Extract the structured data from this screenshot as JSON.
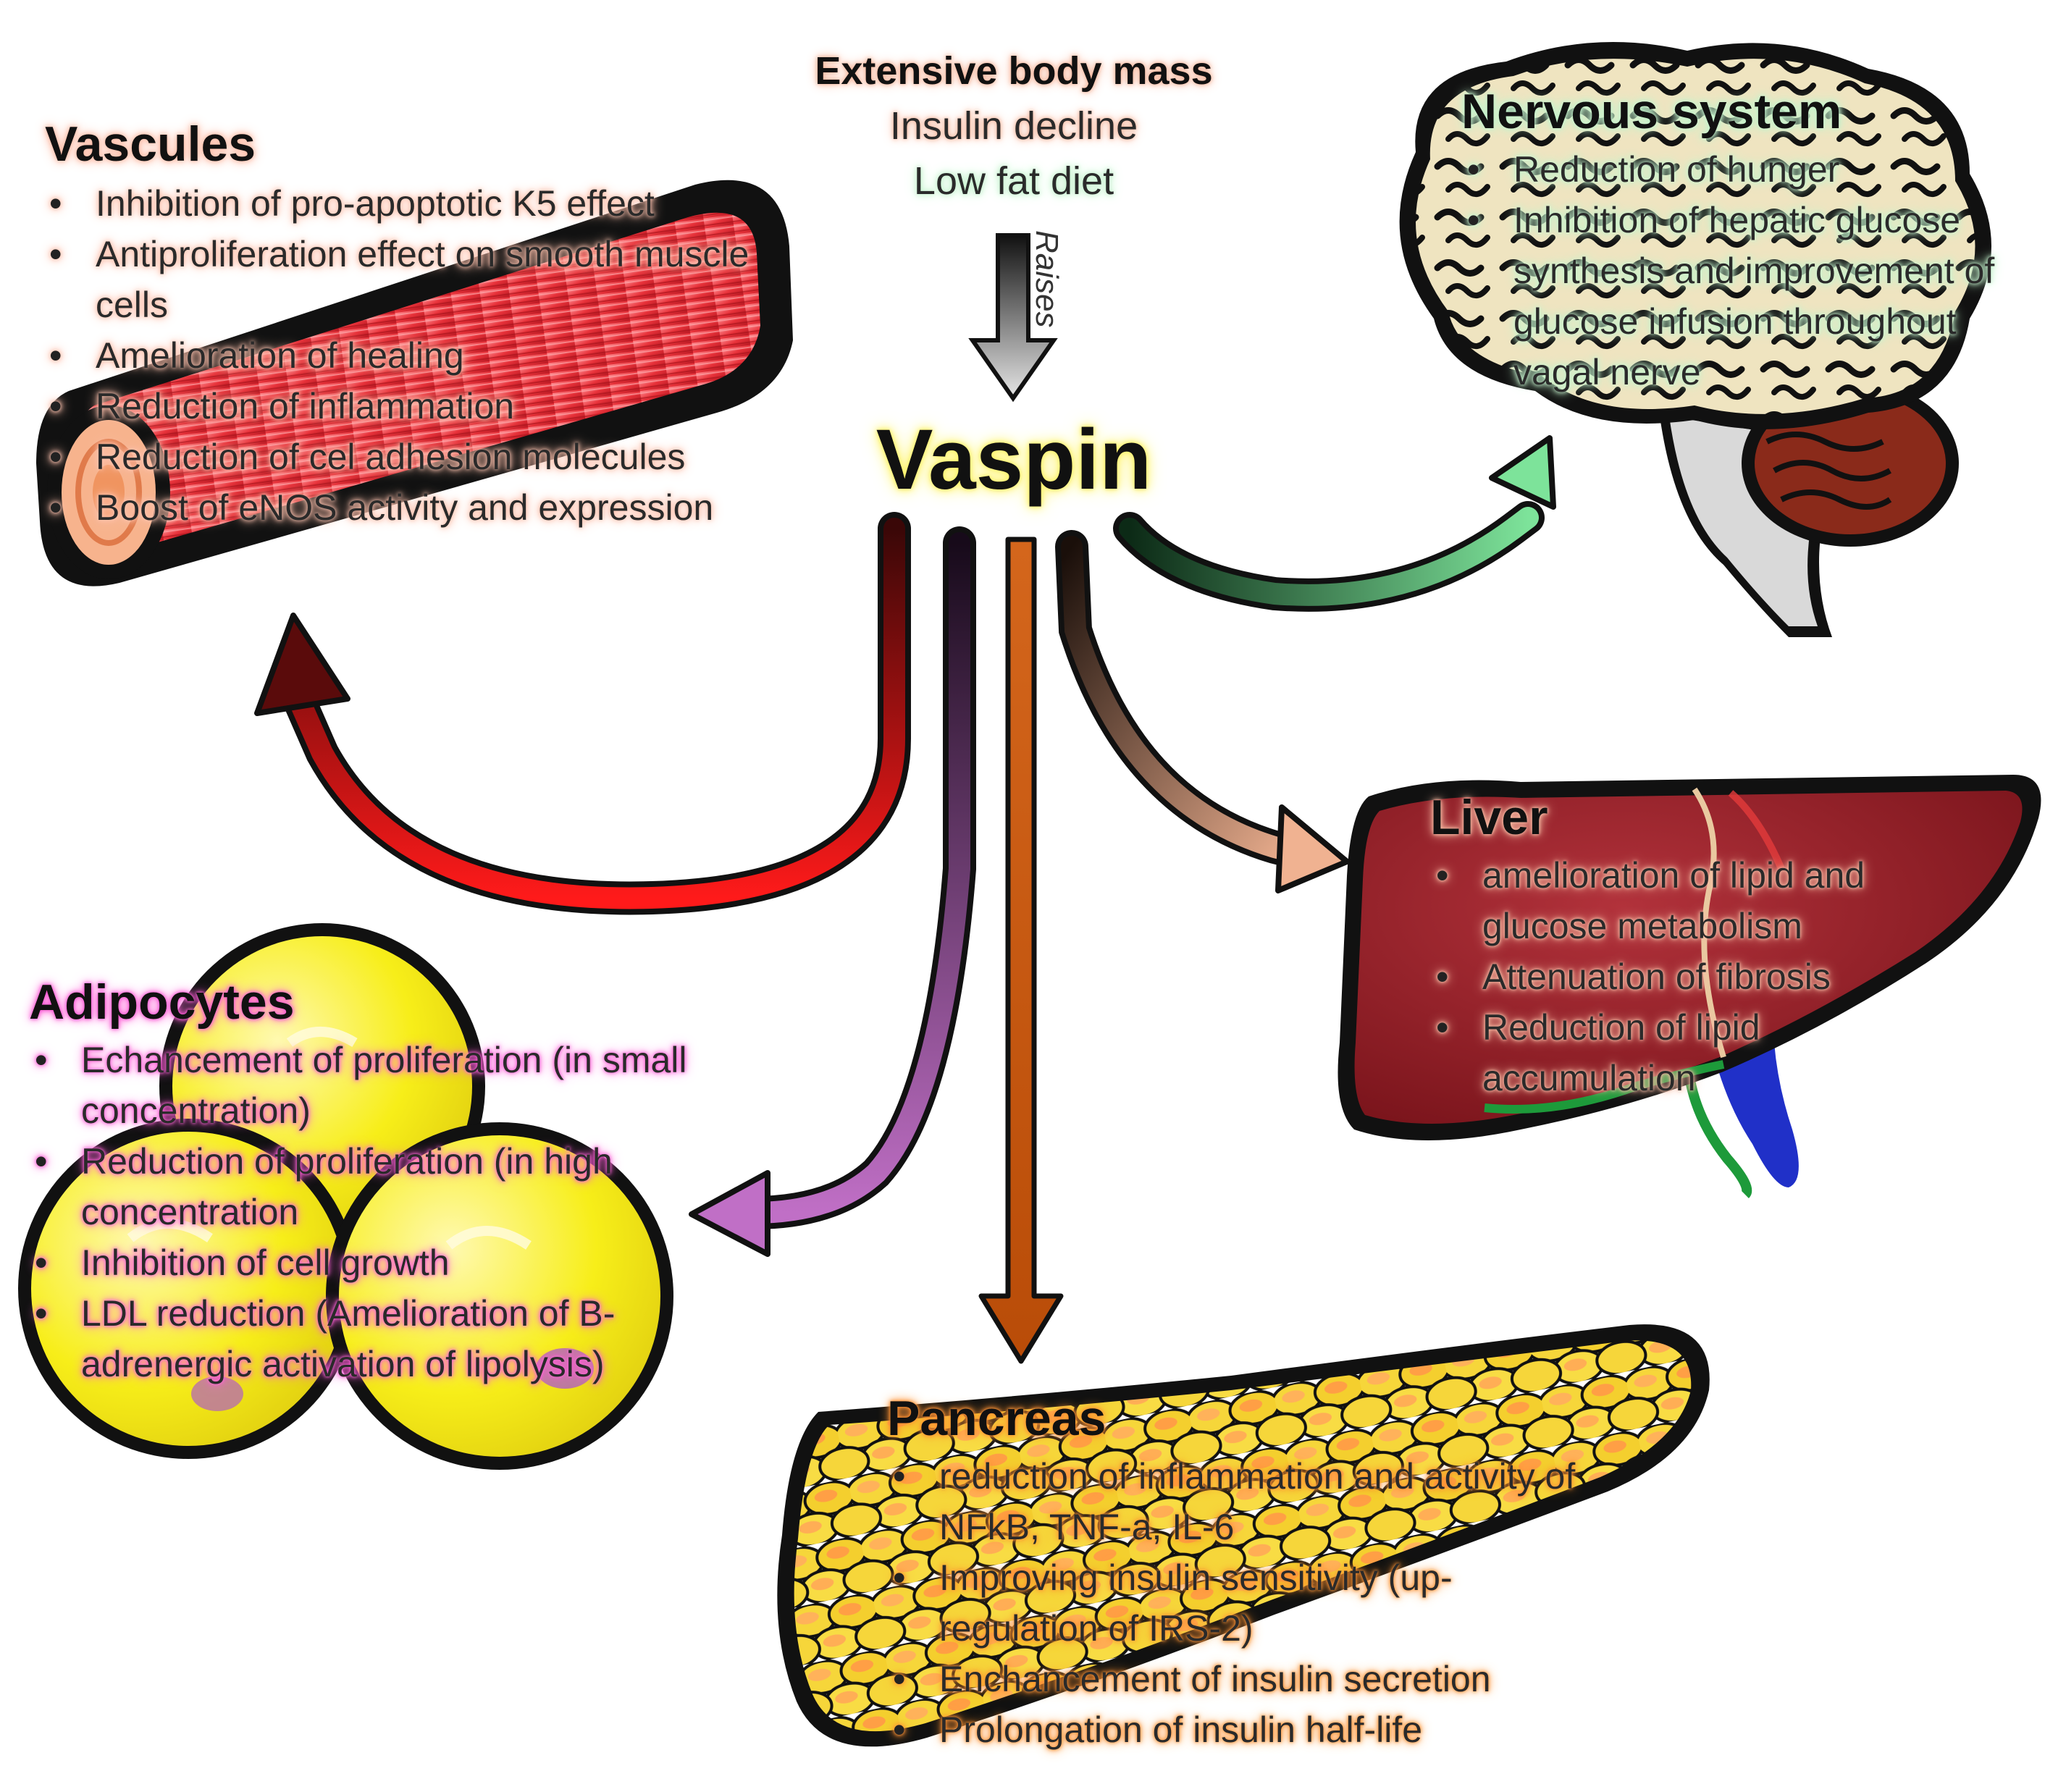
{
  "center": {
    "triggers": [
      "Extensive body mass",
      "Insulin decline",
      "Low fat diet"
    ],
    "arrow_label": "Raises",
    "title": "Vaspin"
  },
  "vascules": {
    "title": "Vascules",
    "items": [
      "Inhibition of pro-apoptotic K5 effect",
      "Antiproliferation effect on smooth muscle cells",
      "Amelioration of healing",
      "Reduction of inflammation",
      "Reduction of cel adhesion molecules",
      "Boost of eNOS activity and expression"
    ]
  },
  "nervous": {
    "title": "Nervous system",
    "items": [
      "Reduction of hunger",
      "Inhibition of hepatic glucose synthesis and improvement of glucose infusion throughout vagal nerve"
    ]
  },
  "liver": {
    "title": "Liver",
    "items": [
      "amelioration of lipid and glucose metabolism",
      "Attenuation of fibrosis",
      "Reduction of lipid accumulation"
    ]
  },
  "adipocytes": {
    "title": "Adipocytes",
    "items": [
      "Echancement of proliferation (in small concentration)",
      "Reduction of proliferation (in high concentration",
      "Inhibition of cell growth",
      "LDL reduction (Amelioration of B-adrenergic activation of lipolysis)"
    ]
  },
  "pancreas": {
    "title": "Pancreas",
    "items": [
      "reduction of inflammation and activity of NFkB, TNF-a, IL-6",
      "Improving insulin sensitivity (up-regulation of IRS-2)",
      "Enchancement of insulin secretion",
      "Prolongation of insulin half-life"
    ]
  },
  "colors": {
    "muscle_red": "#e8323a",
    "liver_red": "#8e1b24",
    "brain_cream": "#efe4c0",
    "adipocyte_yellow": "#f7ee19",
    "pancreas_yellow": "#f6d63a",
    "arrow_to_vascules": "#d8141c",
    "arrow_to_nervous": "#6ad08a",
    "arrow_to_liver": "#e4a383",
    "arrow_to_adipocytes": "#b062b6",
    "arrow_to_pancreas": "#c85a10"
  }
}
